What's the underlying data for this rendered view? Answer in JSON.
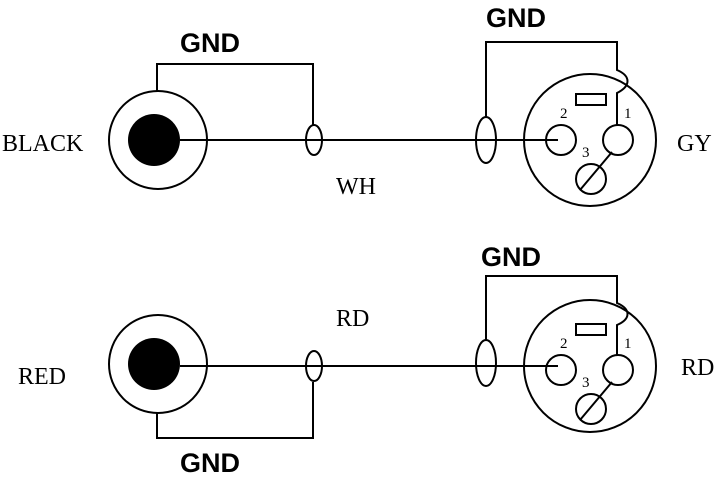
{
  "diagrams": [
    {
      "rca_color_label": "BLACK",
      "wire_label": "WH",
      "xlr_color_label": "GY",
      "rca_gnd_label": "GND",
      "xlr_gnd_label": "GND",
      "xlr_pins": [
        "1",
        "2",
        "3"
      ]
    },
    {
      "rca_color_label": "RED",
      "wire_label": "RD",
      "xlr_color_label": "RD",
      "rca_gnd_label": "GND",
      "xlr_gnd_label": "GND",
      "xlr_pins": [
        "1",
        "2",
        "3"
      ]
    }
  ]
}
